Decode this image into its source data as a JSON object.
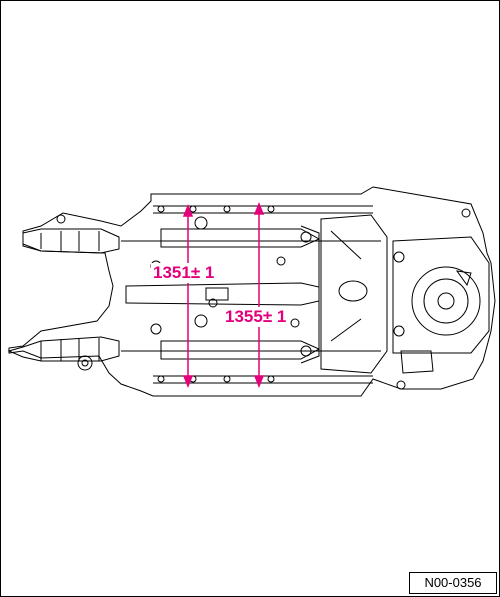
{
  "drawing": {
    "dimension_front": "1351± 1",
    "dimension_rear": "1355± 1",
    "drawing_number": "N00-0356"
  },
  "colors": {
    "dimension": "#e4007c",
    "line": "#000000",
    "background": "#ffffff"
  }
}
